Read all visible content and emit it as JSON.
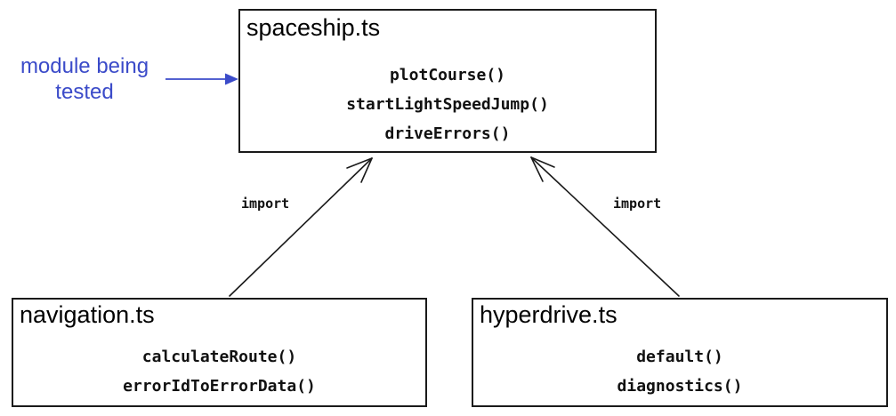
{
  "annotation": {
    "line1": "module being",
    "line2": "tested"
  },
  "modules": {
    "spaceship": {
      "title": "spaceship.ts",
      "functions": [
        "plotCourse()",
        "startLightSpeedJump()",
        "driveErrors()"
      ]
    },
    "navigation": {
      "title": "navigation.ts",
      "functions": [
        "calculateRoute()",
        "errorIdToErrorData()"
      ]
    },
    "hyperdrive": {
      "title": "hyperdrive.ts",
      "functions": [
        "default()",
        "diagnostics()"
      ]
    }
  },
  "edges": {
    "left_label": "import",
    "right_label": "import"
  },
  "colors": {
    "accent": "#3b4bc9",
    "ink": "#111111",
    "border": "#1a1a1a",
    "background": "#ffffff"
  }
}
